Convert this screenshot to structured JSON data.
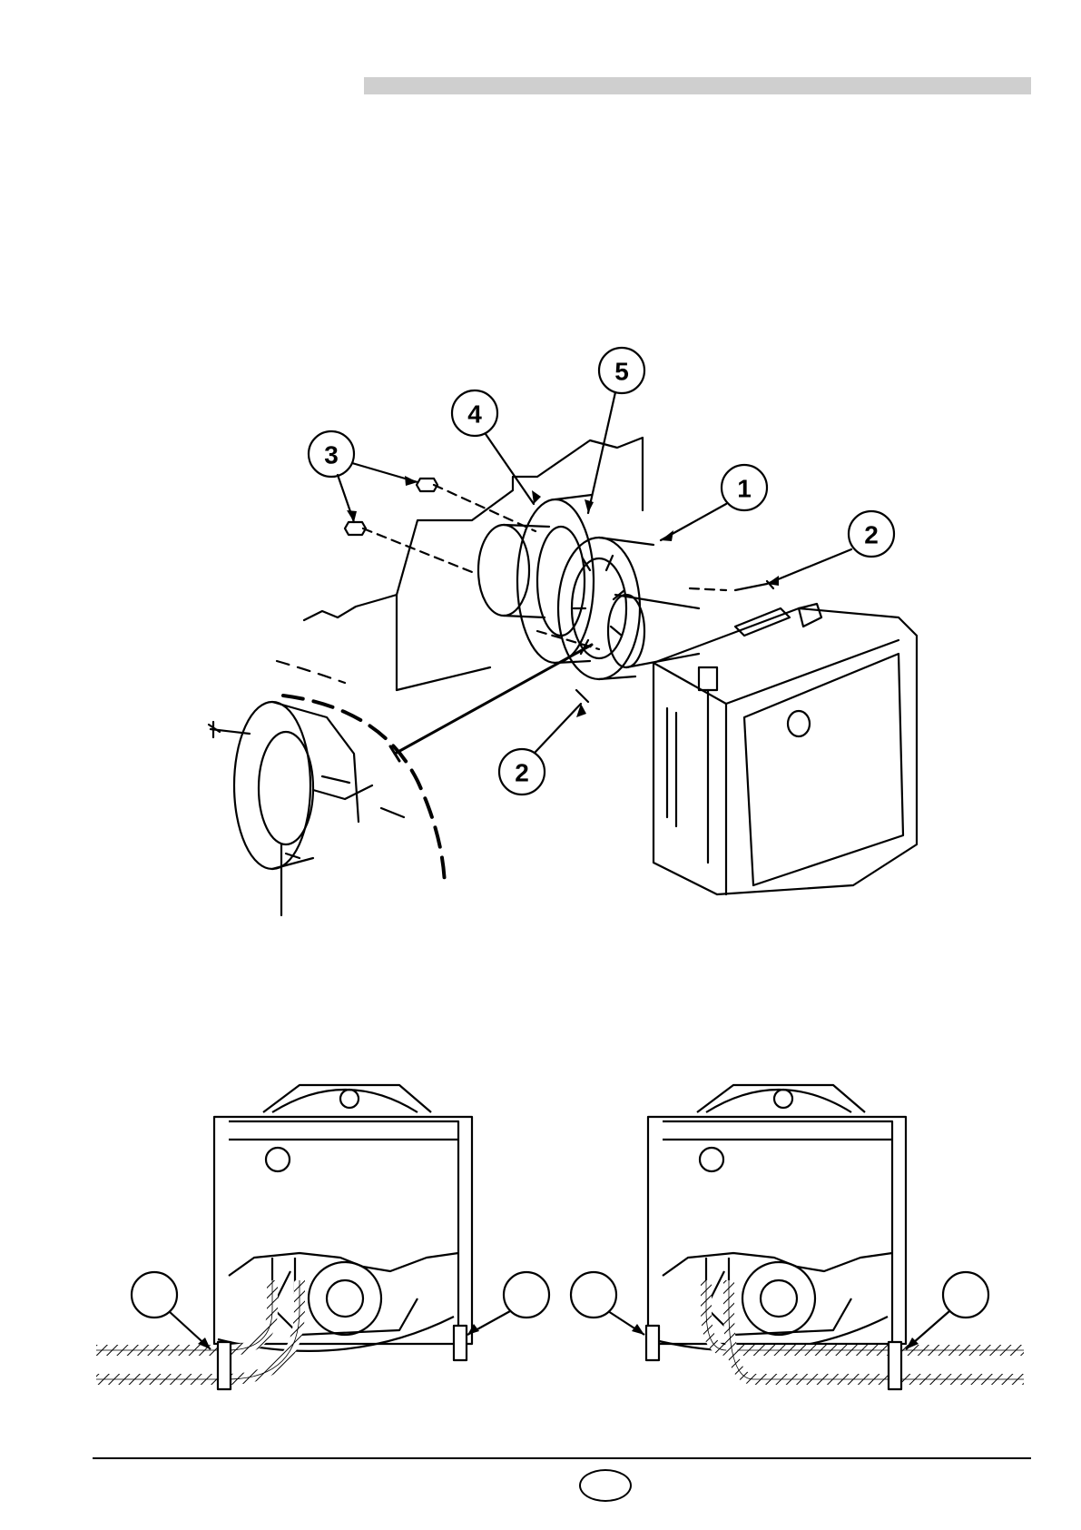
{
  "callouts": {
    "c1": "1",
    "c2a": "2",
    "c2b": "2",
    "c3": "3",
    "c4": "4",
    "c5": "5"
  },
  "colors": {
    "header_bar": "#cfcfcf",
    "line": "#000000",
    "hatch": "#ffffff"
  }
}
